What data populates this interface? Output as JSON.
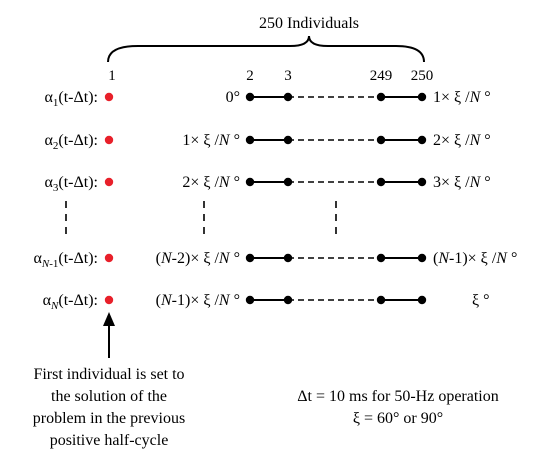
{
  "title": "250 Individuals",
  "column_indices": {
    "first": "1",
    "second": "2",
    "third": "3",
    "second_last": "249",
    "last": "250"
  },
  "rows": [
    {
      "alpha": "α",
      "sub": "1",
      "suffix": "(t-Δt):",
      "left": {
        "pre": "0°",
        "n": "",
        "post": ""
      },
      "right": {
        "pre": "1× ξ /",
        "n": "N",
        "post": " °"
      }
    },
    {
      "alpha": "α",
      "sub": "2",
      "suffix": "(t-Δt):",
      "left": {
        "pre": "1× ξ /",
        "n": "N",
        "post": " °"
      },
      "right": {
        "pre": "2× ξ /",
        "n": "N",
        "post": " °"
      }
    },
    {
      "alpha": "α",
      "sub": "3",
      "suffix": "(t-Δt):",
      "left": {
        "pre": "2× ξ /",
        "n": "N",
        "post": " °"
      },
      "right": {
        "pre": "3× ξ /",
        "n": "N",
        "post": " °"
      }
    },
    {
      "alpha": "α",
      "sub": "N-1",
      "suffix": "(t-Δt):",
      "left": {
        "pre": "(N-2)× ξ /",
        "n": "N",
        "post": " °"
      },
      "right": {
        "pre": "(N-1)× ξ /",
        "n": "N",
        "post": " °"
      }
    },
    {
      "alpha": "α",
      "sub": "N",
      "suffix": "(t-Δt):",
      "left": {
        "pre": "(N-1)× ξ /",
        "n": "N",
        "post": " °"
      },
      "right": {
        "pre": "ξ °",
        "n": "",
        "post": ""
      }
    }
  ],
  "annotation": [
    "First individual is set to",
    "the solution of the",
    "problem in the previous",
    "positive half-cycle"
  ],
  "notes": [
    "Δt = 10 ms for 50-Hz operation",
    "ξ = 60° or 90°"
  ],
  "colors": {
    "first_individual": "#e8202a",
    "nodes": "#000000",
    "lines": "#000000"
  }
}
